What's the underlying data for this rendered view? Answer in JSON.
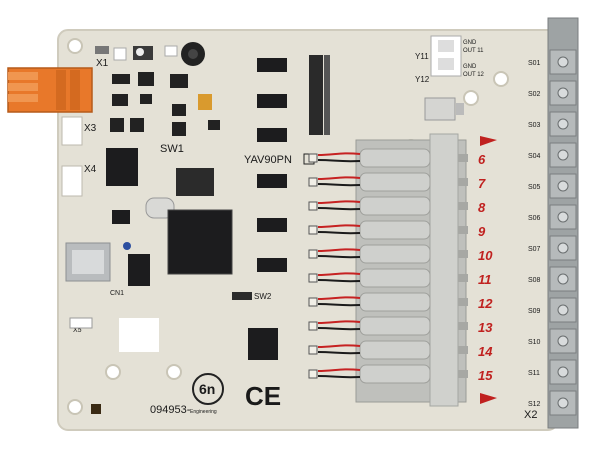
{
  "board": {
    "connector_labels": {
      "x1": "X1",
      "x3": "X3",
      "x4": "X4",
      "x5": "X5",
      "x2": "X2",
      "cn1": "CN1"
    },
    "switch_labels": {
      "sw1": "SW1",
      "sw2": "SW2"
    },
    "module_label": "YAV90PN",
    "y_labels": {
      "y11": "Y11",
      "y12": "Y12"
    },
    "gnd_out_11": [
      "GND",
      "OUT 11"
    ],
    "gnd_out_12": [
      "GND",
      "OUT 12"
    ],
    "valve_numbers": [
      "6",
      "7",
      "8",
      "9",
      "10",
      "11",
      "12",
      "13",
      "14",
      "15"
    ],
    "slot_labels": [
      "S01",
      "S02",
      "S03",
      "S04",
      "S05",
      "S06",
      "S07",
      "S08",
      "S09",
      "S10",
      "S11",
      "S12"
    ],
    "serial": "094953-",
    "logo_text": "6n",
    "logo_subtext": "Engineering",
    "ce_mark": "CE"
  },
  "colors": {
    "pcb": "#e4e1d6",
    "pcb_edge": "#cfcbbd",
    "chip": "#1c1c1e",
    "orange_connector": "#e8782a",
    "valve_body": "#cfd0cd",
    "valve_number_red": "#c0211f",
    "wire_red": "#c62222",
    "wire_black": "#1b1b1b",
    "terminal_grey": "#9ea3a4"
  }
}
